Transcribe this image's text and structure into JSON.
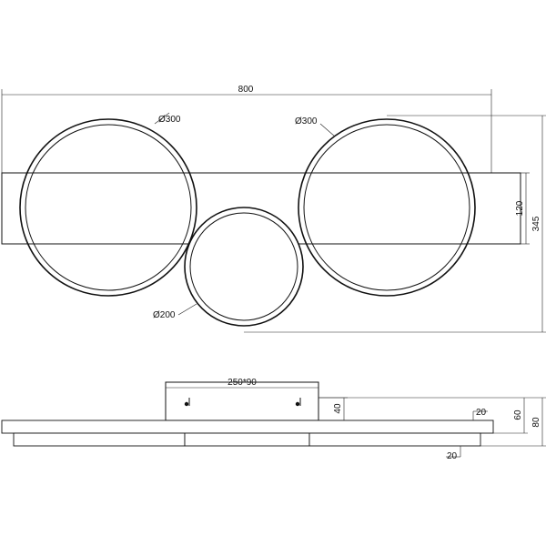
{
  "dimensions": {
    "overall_width": "800",
    "ring_large_left": "Ø300",
    "ring_large_right": "Ø300",
    "ring_small": "Ø200",
    "bar_height": "120",
    "overall_depth": "345",
    "canopy_size": "250*90",
    "canopy_height": "40",
    "frame_thickness": "20",
    "ring_thickness": "20",
    "fixture_height": "60",
    "total_height": "80"
  }
}
